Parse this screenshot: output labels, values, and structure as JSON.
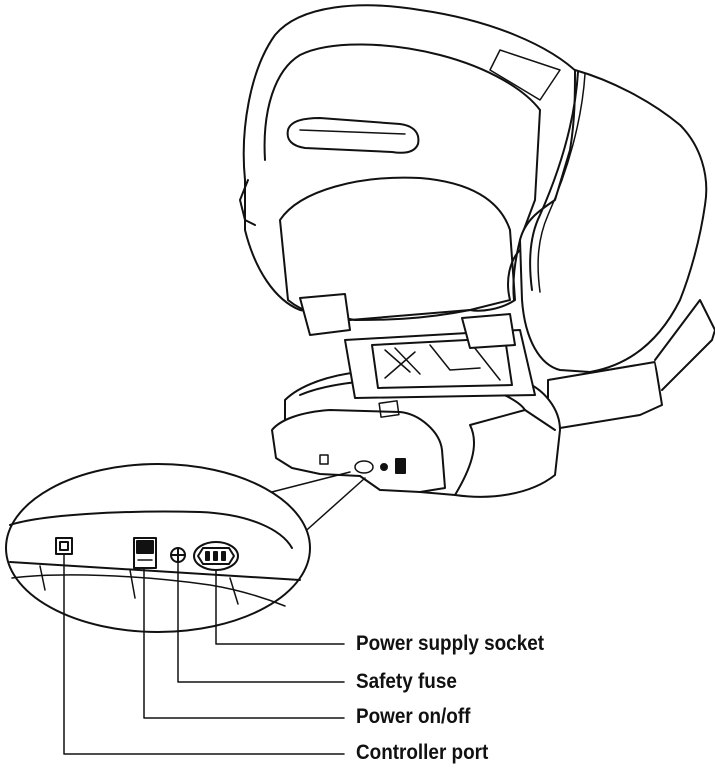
{
  "labels": {
    "power_supply_socket": "Power supply socket",
    "safety_fuse": "Safety fuse",
    "power_switch": "Power on/off",
    "controller_port": "Controller port"
  },
  "colors": {
    "line": "#111111",
    "background": "#ffffff",
    "fill_white": "#ffffff"
  },
  "icons": {
    "controller_port": "square-port-icon",
    "power_switch": "rocker-switch-icon",
    "safety_fuse": "fuse-screw-icon",
    "power_supply_socket": "iec-socket-icon"
  }
}
